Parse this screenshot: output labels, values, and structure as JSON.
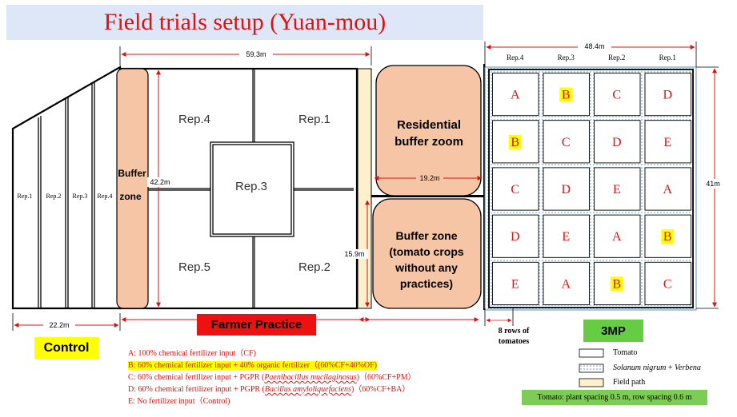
{
  "title": "Field trials setup (Yuan-mou)",
  "control": {
    "label": "Control",
    "reps": [
      "Rep.1",
      "Rep.2",
      "Rep.3",
      "Rep.4"
    ],
    "width_dim": "22.2m"
  },
  "farmer": {
    "label": "Farmer Practice",
    "buffer_zone_line1": "Buffer",
    "buffer_zone_line2": "zone",
    "width_dim": "59.3m",
    "height_dim": "42.2m",
    "reps": {
      "rep4": "Rep.4",
      "rep1": "Rep.1",
      "rep3": "Rep.3",
      "rep5": "Rep.5",
      "rep2": "Rep.2"
    }
  },
  "residential": {
    "line1": "Residential",
    "line2": "buffer zoom",
    "width_dim": "19.2m"
  },
  "buffer_tomato": {
    "line1": "Buffer zone",
    "line2": "(tomato crops",
    "line3": "without any",
    "line4": "practices)",
    "height_dim": "15.9m"
  },
  "mp": {
    "label": "3MP",
    "width_dim": "48.4m",
    "height_dim": "41m",
    "rep_headers": [
      "Rep.4",
      "Rep.3",
      "Rep.2",
      "Rep.1"
    ],
    "grid": [
      [
        "A",
        "B",
        "C",
        "D"
      ],
      [
        "B",
        "C",
        "D",
        "E"
      ],
      [
        "C",
        "D",
        "E",
        "A"
      ],
      [
        "D",
        "E",
        "A",
        "B"
      ],
      [
        "E",
        "A",
        "B",
        "C"
      ]
    ],
    "highlight_color": "#ffff00",
    "rows_note_line1": "8 rows of",
    "rows_note_line2": "tomatoes"
  },
  "legend": {
    "a": "A: 100% chemical fertilizer input（CF)",
    "b": "B: 60% chemical fertilizer input + 40% organic fertilizer（(60%CF+40%OF)",
    "c_pre": "C: 60% chemical fertilizer input + PGPR (",
    "c_species": "Paenibacillus mucilaginosus",
    "c_post": ")（60%CF+PM）",
    "d_pre": "D: 60% chemical fertilizer input + PGPR (",
    "d_species": "Bacillus amyloliquefaciens",
    "d_post": ")（60%CF+BA）",
    "e": "E: No fertilizer input（Control)"
  },
  "key": {
    "tomato": "Tomato",
    "solanum_prefix": "Solanum nigrum",
    "solanum_plus": " + ",
    "solanum_suffix": "Verbena",
    "field_path": "Field path",
    "spacing": "Tomato: plant spacing 0.5 m, row spacing 0.6 m"
  },
  "colors": {
    "title_red": "#e01010",
    "buffer_fill": "#f5c5a5",
    "path_fill": "#fdf0cc",
    "control_yellow": "#ffff00",
    "farmer_red": "#ee1111",
    "mp_green": "#66cc44",
    "spacing_green": "#7ccc55"
  }
}
